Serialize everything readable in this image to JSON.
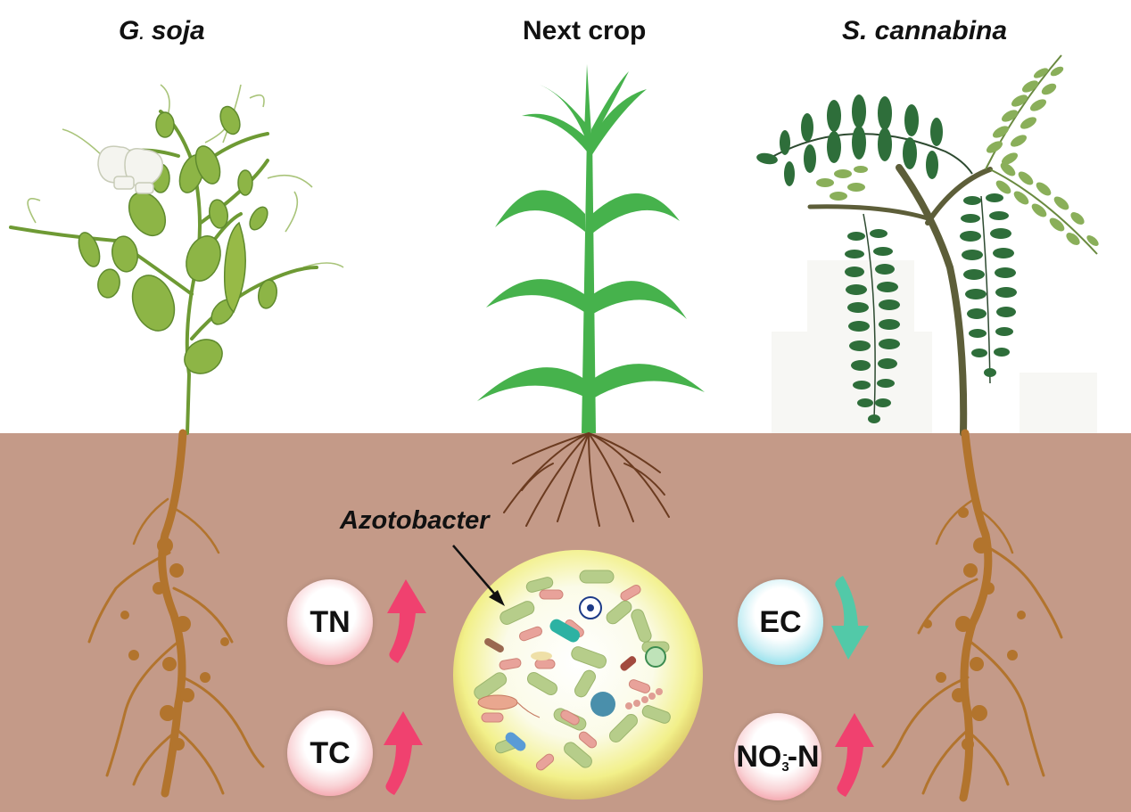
{
  "plants": {
    "left": {
      "name_prefix": "G",
      "name_mark": ".",
      "name_rest": " soja"
    },
    "middle": {
      "name": "Next crop"
    },
    "right": {
      "name": "S. cannabina"
    }
  },
  "microbe": {
    "label": "Azotobacter"
  },
  "indicators": {
    "tn": {
      "label": "TN",
      "trend": "up",
      "color": "#f0416f"
    },
    "tc": {
      "label": "TC",
      "trend": "up",
      "color": "#f0416f"
    },
    "ec": {
      "label": "EC",
      "trend": "down",
      "color": "#52c9a8"
    },
    "no3": {
      "label_main": "NO",
      "label_sub": "3",
      "label_sup": "-",
      "label_rest": "-N",
      "trend": "up",
      "color": "#f0416f"
    }
  },
  "colors": {
    "soil": "#c49a88",
    "root": "#b2742d",
    "leaf_light": "#8db546",
    "leaf_corn": "#46b24c",
    "leaf_dark": "#2e6e3a",
    "leaf_pale": "#8aaf5a"
  }
}
